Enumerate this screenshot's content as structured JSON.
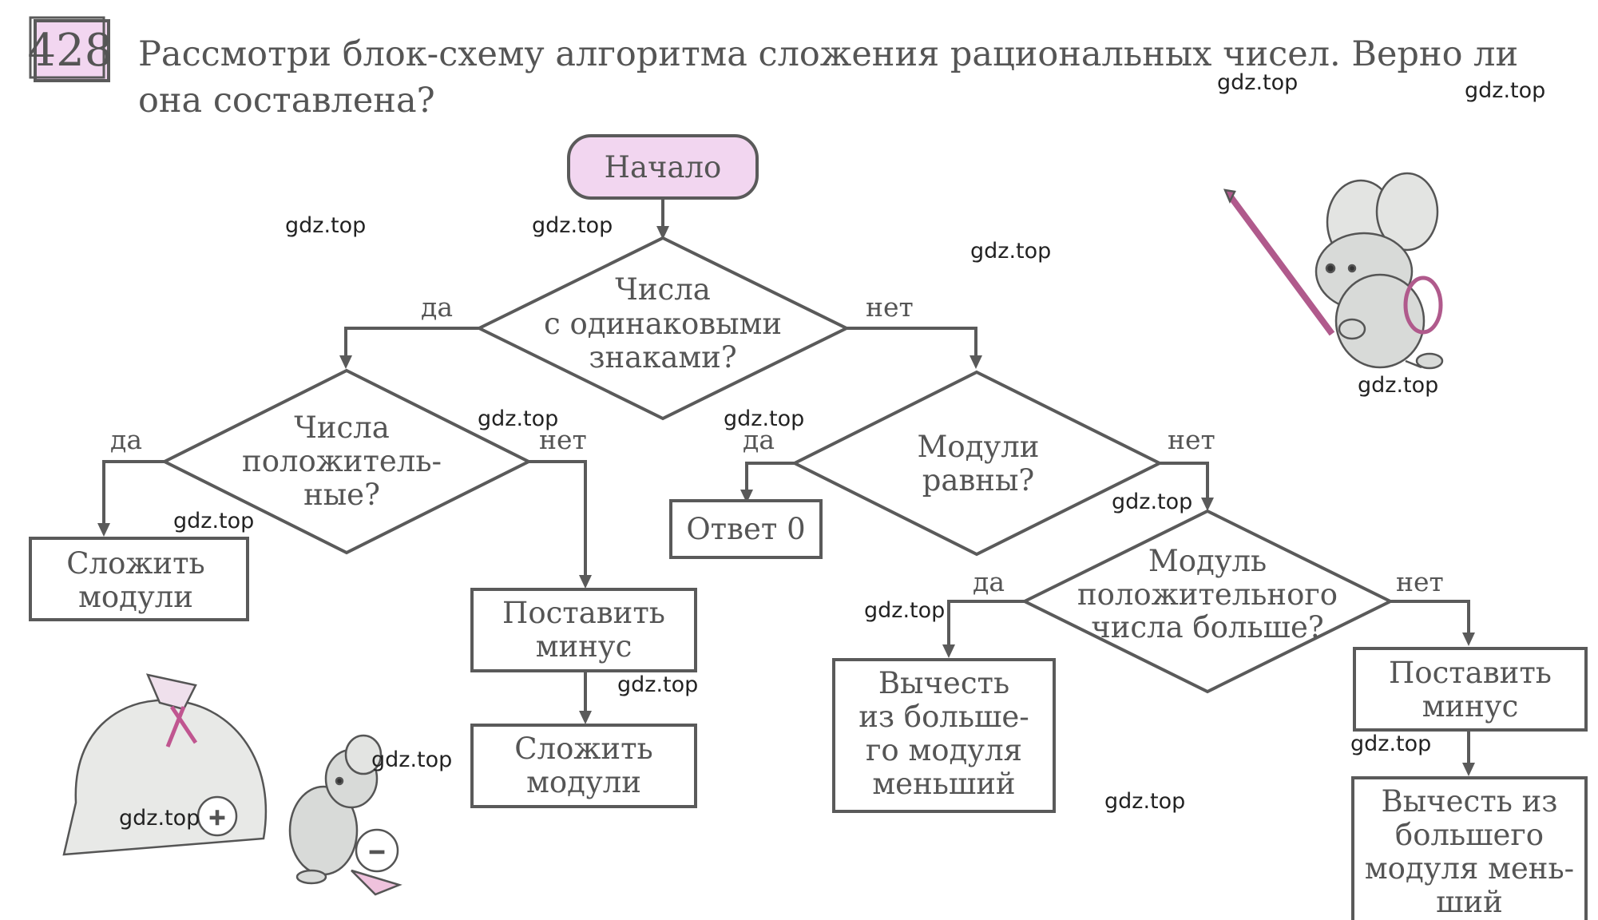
{
  "problem": {
    "number": "428",
    "text_line1": "Рассмотри блок-схему алгоритма сложения рациональных чисел. Верно ли",
    "text_line2": "она составлена?"
  },
  "colors": {
    "start_fill": "#f2d6f0",
    "number_fill": "#f2d6f0",
    "stroke": "#5a5a5a",
    "text": "#555555"
  },
  "nodes": {
    "start": "Начало",
    "d_same_sign": [
      "Числа",
      "с одинаковыми",
      "знаками?"
    ],
    "d_positive": [
      "Числа",
      "положитель-",
      "ные?"
    ],
    "d_modules_equal": [
      "Модули",
      "равны?"
    ],
    "d_pos_greater": [
      "Модуль",
      "положительного",
      "числа больше?"
    ],
    "add_modules_left": [
      "Сложить",
      "модули"
    ],
    "put_minus_1": [
      "Поставить",
      "минус"
    ],
    "add_modules_2": [
      "Сложить",
      "модули"
    ],
    "answer_zero": "Ответ 0",
    "subtract_1": [
      "Вычесть",
      "из больше-",
      "го модуля",
      "меньший"
    ],
    "put_minus_2": [
      "Поставить",
      "минус"
    ],
    "subtract_2": [
      "Вычесть из",
      "большего",
      "модуля мень-",
      "ший"
    ]
  },
  "edge_labels": {
    "yes": "да",
    "no": "нет"
  },
  "watermark": "gdz.top",
  "illustrations": {
    "mouse_top": "mouse-with-pencil-illustration",
    "mouse_bottom": "mouse-with-sack-illustration"
  }
}
